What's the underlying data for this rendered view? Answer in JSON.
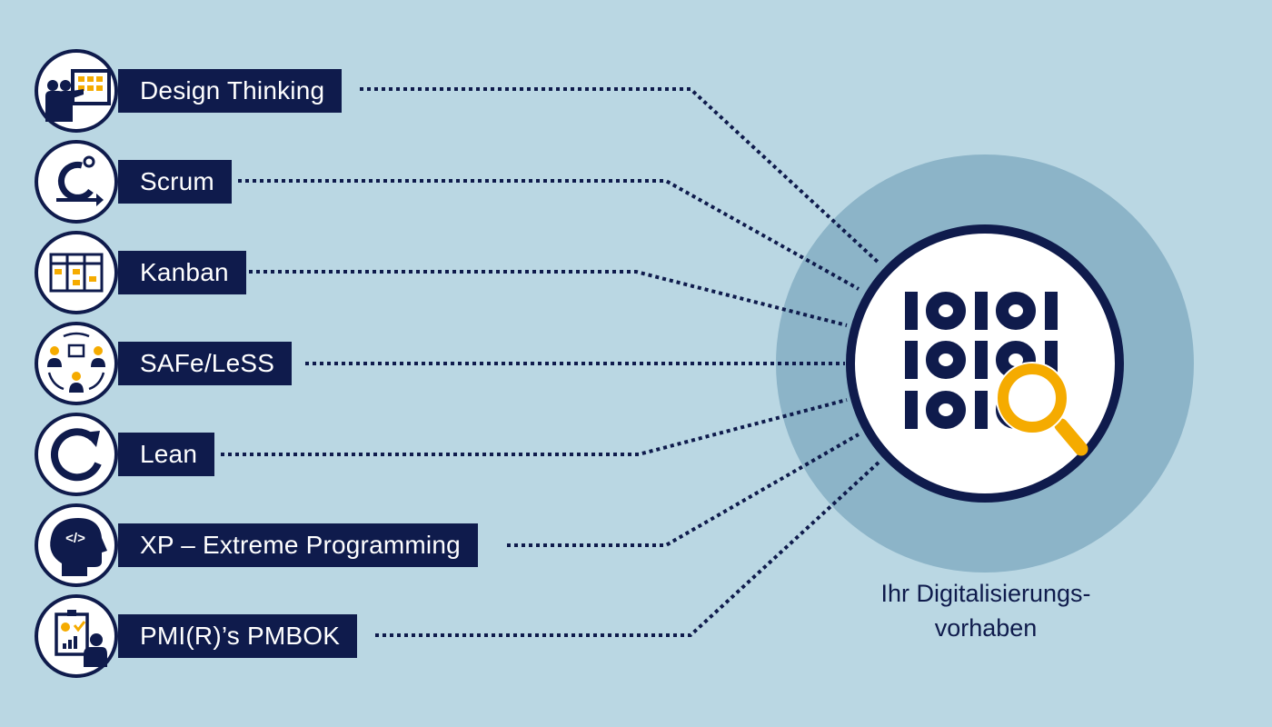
{
  "methods": [
    {
      "label": "Design Thinking",
      "icon": "presentation-board-icon"
    },
    {
      "label": "Scrum",
      "icon": "scrum-cycle-icon"
    },
    {
      "label": "Kanban",
      "icon": "kanban-board-icon"
    },
    {
      "label": "SAFe/LeSS",
      "icon": "team-collaboration-icon"
    },
    {
      "label": "Lean",
      "icon": "circular-arrow-icon"
    },
    {
      "label": "XP – Extreme Programming",
      "icon": "code-head-icon"
    },
    {
      "label": "PMI(R)’s PMBOK",
      "icon": "clipboard-presenter-icon"
    }
  ],
  "center": {
    "caption_line1": "Ihr Digitalisierungs-",
    "caption_line2": "vorhaben",
    "icon": "binary-search-icon"
  },
  "colors": {
    "background": "#bad7e3",
    "navy": "#0f1b4c",
    "halo": "#8cb4c8",
    "accent": "#f5ab00"
  }
}
